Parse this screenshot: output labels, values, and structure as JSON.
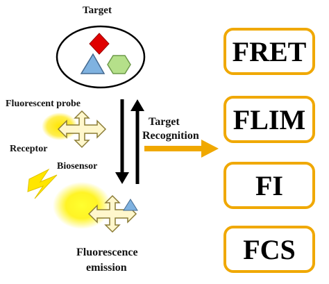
{
  "labels": {
    "target": "Target",
    "fluorescent_probe": "Fluorescent probe",
    "receptor": "Receptor",
    "biosensor": "Biosensor",
    "target_recognition_line1": "Target",
    "target_recognition_line2": "Recognition",
    "fluorescence_line1": "Fluorescence",
    "fluorescence_line2": "emission"
  },
  "methods": [
    "FRET",
    "FLIM",
    "FI",
    "FCS"
  ],
  "colors": {
    "accent_orange": "#f0a800",
    "glow_yellow": "#ffe600",
    "receptor_fill": "#fff7cc",
    "diamond_red": "#e00000",
    "triangle_blue": "#7fb2e0",
    "hexagon_green": "#b5e08a"
  }
}
